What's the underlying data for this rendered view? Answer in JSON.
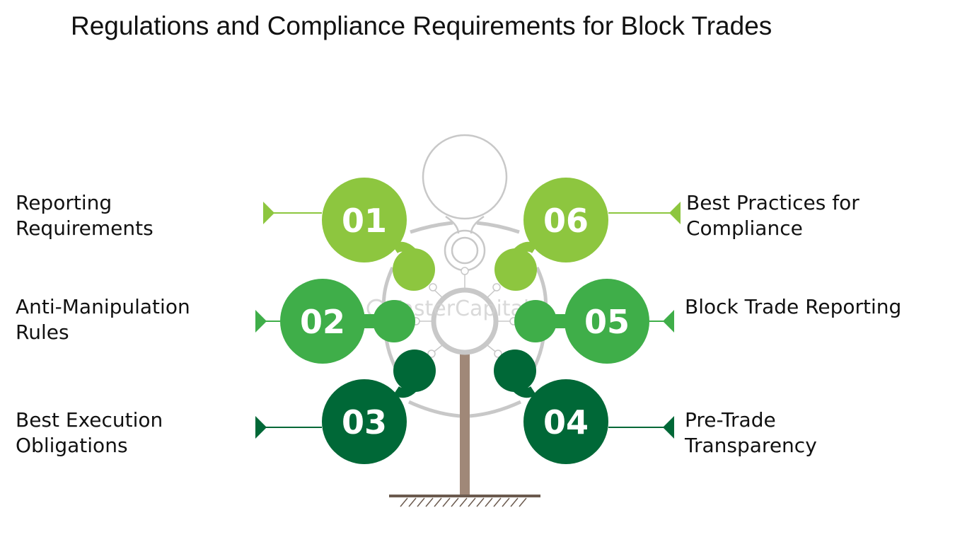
{
  "title": "Regulations and Compliance Requirements for Block Trades",
  "items": [
    {
      "number": "01",
      "label_lines": [
        "Reporting",
        "Requirements"
      ],
      "color": "#8dc63f"
    },
    {
      "number": "02",
      "label_lines": [
        "Anti-Manipulation",
        "Rules"
      ],
      "color": "#3fae49"
    },
    {
      "number": "03",
      "label_lines": [
        "Best Execution",
        "Obligations"
      ],
      "color": "#006837"
    },
    {
      "number": "04",
      "label_lines": [
        "Pre-Trade",
        "Transparency"
      ],
      "color": "#006837"
    },
    {
      "number": "05",
      "label_lines": [
        "Block Trade Reporting"
      ],
      "color": "#3fae49"
    },
    {
      "number": "06",
      "label_lines": [
        "Best Practices for",
        "Compliance"
      ],
      "color": "#8dc63f"
    }
  ],
  "watermark": "FasterCapital",
  "colors": {
    "trunk": "#a08878",
    "ground": "#6b5a4e",
    "outline": "#c8c8c8"
  }
}
